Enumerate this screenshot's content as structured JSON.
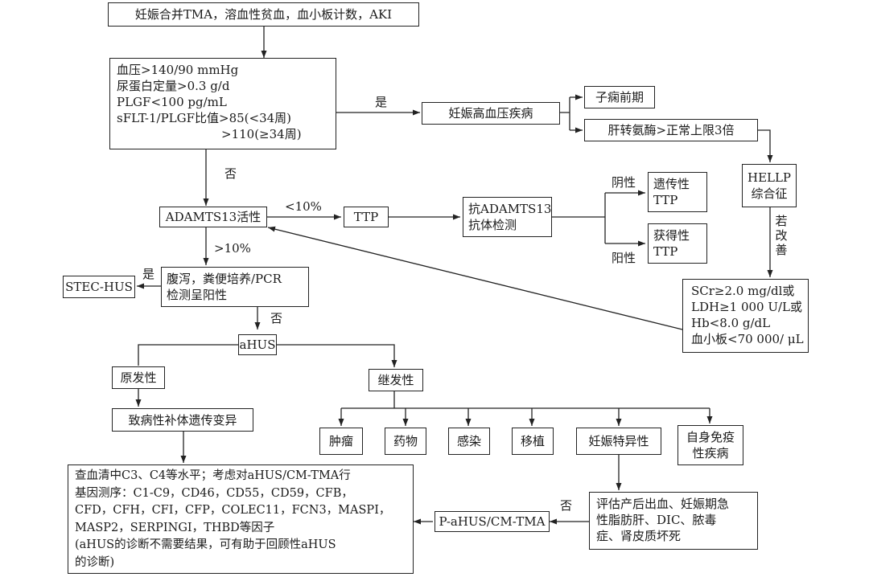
{
  "nodes": {
    "start": "妊娠合并TMA，溶血性贫血，血小板计数，AKI",
    "criteria": [
      "血压>140/90 mmHg",
      "尿蛋白定量>0.3 g/d",
      "PLGF<100 pg/mL",
      "sFLT-1/PLGF比值>85(<34周)",
      ">110(≥34周)"
    ],
    "hdp": "妊娠高血压疾病",
    "preeclampsia": "子痫前期",
    "liver": "肝转氨酶>正常上限3倍",
    "hellp": [
      "HELLP",
      "综合征"
    ],
    "adamts13": "ADAMTS13活性",
    "ttp": "TTP",
    "antibody": [
      "抗ADAMTS13",
      "抗体检测"
    ],
    "hereditary_ttp": [
      "遗传性",
      "TTP"
    ],
    "acquired_ttp": [
      "获得性",
      "TTP"
    ],
    "lab": [
      "SCr≥2.0 mg/dl或",
      "LDH≥1 000 U/L或",
      "Hb<8.0 g/dL",
      "血小板<70 000/ μL"
    ],
    "diarrhea": [
      "腹泻，粪便培养/PCR",
      "检测呈阳性"
    ],
    "stec": "STEC-HUS",
    "ahus": "aHUS",
    "primary": "原发性",
    "secondary": "继发性",
    "genetic": "致病性补体遗传变异",
    "tumor": "肿瘤",
    "drug": "药物",
    "infection": "感染",
    "transplant": "移植",
    "pregnancy_specific": "妊娠特异性",
    "autoimmune": [
      "自身免疫",
      "性疾病"
    ],
    "evaluate": [
      "评估产后出血、妊娠期急",
      "性脂肪肝、DIC、脓毒",
      "症、肾皮质坏死"
    ],
    "pahus": "P-aHUS/CM-TMA",
    "tests": [
      "查血清中C3、C4等水平；考虑对aHUS/CM-TMA行",
      "基因测序：C1-C9，CD46，CD55，CD59，CFB，",
      "CFD，CFH，CFI，CFP，COLEC11，FCN3，MASPI，",
      "MASP2，SERPINGI，THBD等因子",
      "(aHUS的诊断不需要结果，可有助于回顾性aHUS",
      "的诊断)"
    ]
  },
  "labels": {
    "yes_hdp": "是",
    "no_adamts": "否",
    "lt10": "<10%",
    "gt10": ">10%",
    "negative": "阴性",
    "positive": "阳性",
    "if_improved": "若改善",
    "yes_stec": "是",
    "no_ahus": "否",
    "no_pahus": "否"
  }
}
